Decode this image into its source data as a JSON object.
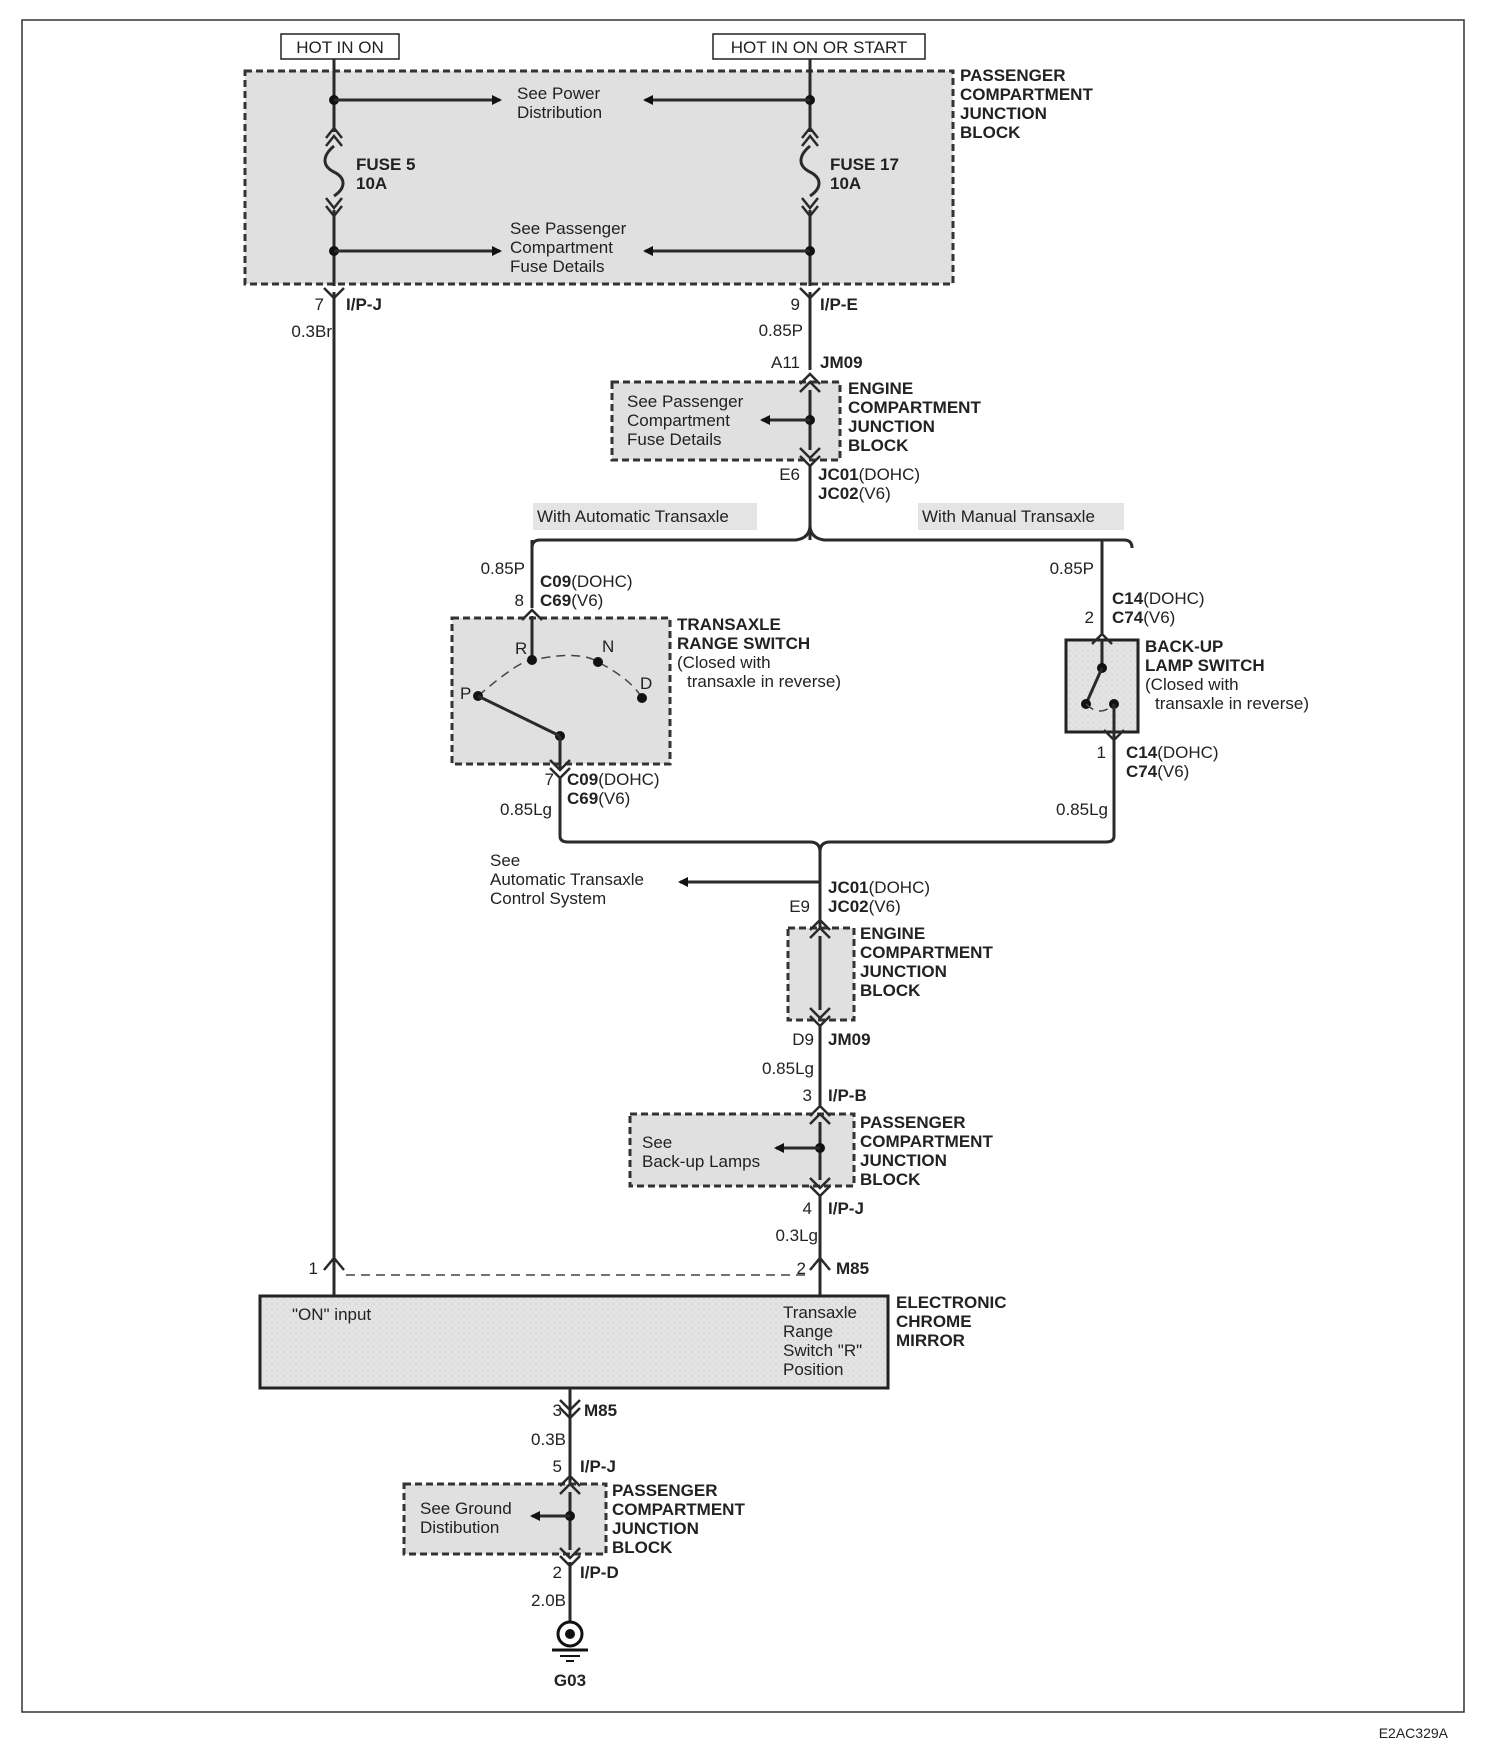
{
  "supply": {
    "left_label": "HOT IN ON",
    "right_label": "HOT IN ON OR START"
  },
  "pcjb_top": {
    "title": [
      "PASSENGER",
      "COMPARTMENT",
      "JUNCTION",
      "BLOCK"
    ],
    "see_power": [
      "See Power",
      "Distribution"
    ],
    "see_fuse": [
      "See Passenger",
      "Compartment",
      "Fuse Details"
    ],
    "fuse_left": [
      "FUSE 5",
      "10A"
    ],
    "fuse_right": [
      "FUSE 17",
      "10A"
    ]
  },
  "left_wire": {
    "pin": "7",
    "connector": "I/P-J",
    "wire": "0.3Br"
  },
  "right_wire": {
    "pin": "9",
    "connector": "I/P-E",
    "wire": "0.85P",
    "pin2": "A11",
    "connector2": "JM09"
  },
  "ecjb1": {
    "title": [
      "ENGINE",
      "COMPARTMENT",
      "JUNCTION",
      "BLOCK"
    ],
    "see": [
      "See Passenger",
      "Compartment",
      "Fuse Details"
    ],
    "pin_out": "E6",
    "conn_a": "JC01",
    "conn_a_note": "(DOHC)",
    "conn_b": "JC02",
    "conn_b_note": "(V6)"
  },
  "branches": {
    "auto": "With Automatic Transaxle",
    "manual": "With Manual Transaxle"
  },
  "trs": {
    "wire_in": "0.85P",
    "pin_in": "8",
    "conn_a": "C09",
    "conn_a_note": "(DOHC)",
    "conn_b": "C69",
    "conn_b_note": "(V6)",
    "title": [
      "TRANSAXLE",
      "RANGE SWITCH"
    ],
    "note": [
      "(Closed with",
      "transaxle in reverse)"
    ],
    "positions": [
      "P",
      "R",
      "N",
      "D"
    ],
    "pin_out": "7",
    "conn_out_a": "C09",
    "conn_out_a_note": "(DOHC)",
    "conn_out_b": "C69",
    "conn_out_b_note": "(V6)",
    "wire_out": "0.85Lg"
  },
  "backup": {
    "wire_in": "0.85P",
    "pin_in": "2",
    "conn_a": "C14",
    "conn_a_note": "(DOHC)",
    "conn_b": "C74",
    "conn_b_note": "(V6)",
    "title": [
      "BACK-UP",
      "LAMP SWITCH"
    ],
    "note": [
      "(Closed with",
      "transaxle in reverse)"
    ],
    "pin_out": "1",
    "conn_out_a": "C14",
    "conn_out_a_note": "(DOHC)",
    "conn_out_b": "C74",
    "conn_out_b_note": "(V6)",
    "wire_out": "0.85Lg"
  },
  "ecjb2": {
    "see": [
      "See",
      "Automatic Transaxle",
      "Control System"
    ],
    "pin_in": "E9",
    "conn_a": "JC01",
    "conn_a_note": "(DOHC)",
    "conn_b": "JC02",
    "conn_b_note": "(V6)",
    "title": [
      "ENGINE",
      "COMPARTMENT",
      "JUNCTION",
      "BLOCK"
    ],
    "pin_out": "D9",
    "conn_out": "JM09",
    "wire_out": "0.85Lg"
  },
  "pcjb2": {
    "pin_in": "3",
    "conn_in": "I/P-B",
    "see": [
      "See",
      "Back-up Lamps"
    ],
    "title": [
      "PASSENGER",
      "COMPARTMENT",
      "JUNCTION",
      "BLOCK"
    ],
    "pin_out": "4",
    "conn_out": "I/P-J",
    "wire_out": "0.3Lg"
  },
  "mirror": {
    "pin_left": "1",
    "pin_right": "2",
    "conn": "M85",
    "title": [
      "ELECTRONIC",
      "CHROME",
      "MIRROR"
    ],
    "on_input": "\"ON\" input",
    "r_input": [
      "Transaxle",
      "Range",
      "Switch \"R\"",
      "Position"
    ],
    "pin_ground": "3",
    "conn_ground": "M85",
    "wire_ground": "0.3B"
  },
  "pcjb3": {
    "pin_in": "5",
    "conn_in": "I/P-J",
    "see": [
      "See Ground",
      "Distibution"
    ],
    "title": [
      "PASSENGER",
      "COMPARTMENT",
      "JUNCTION",
      "BLOCK"
    ],
    "pin_out": "2",
    "conn_out": "I/P-D",
    "wire_out": "2.0B"
  },
  "ground": {
    "label": "G03"
  },
  "figure_id": "E2AC329A"
}
